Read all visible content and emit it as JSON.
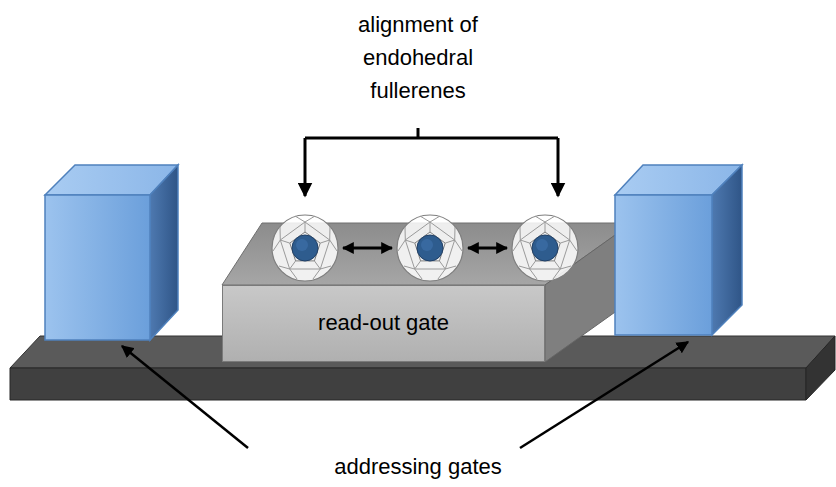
{
  "diagram": {
    "nodes": [
      {
        "text": [
          "read-out gate"
        ]
      }
    ],
    "labels": [
      "alignment of endohedral fullerenes",
      "addressing gates"
    ]
  }
}
